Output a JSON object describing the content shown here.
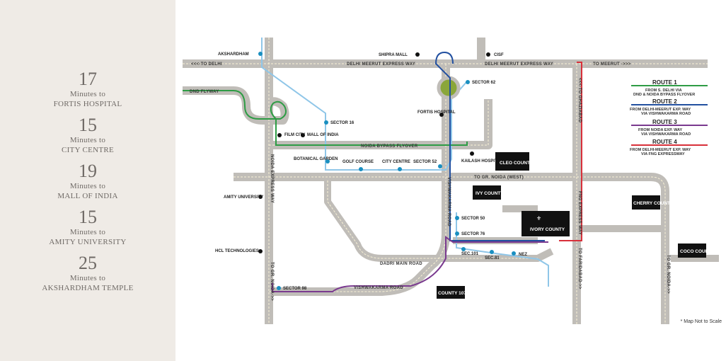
{
  "stats": [
    {
      "number": "17",
      "label1": "Minutes to",
      "label2": "FORTIS HOSPITAL"
    },
    {
      "number": "15",
      "label1": "Minutes to",
      "label2": "CITY CENTRE"
    },
    {
      "number": "19",
      "label1": "Minutes to",
      "label2": "MALL OF INDIA"
    },
    {
      "number": "15",
      "label1": "Minutes to",
      "label2": "AMITY UNIVERSITY"
    },
    {
      "number": "25",
      "label1": "Minutes to",
      "label2": "AKSHARDHAM TEMPLE"
    }
  ],
  "roads": {
    "top_road_left": "<<<-TO DELHI",
    "top_road_mid": "DELHI MEERUT EXPRESS WAY",
    "top_road_mid2": "DELHI MEERUT EXPRESS WAY",
    "top_road_right": "TO MEERUT ->>>",
    "dnd": "DND FLYWAY",
    "noida_bypass": "NOIDA BYPASS FLYOVER",
    "gr_noida": "TO GR. NOIDA (WEST)",
    "noida_expressway": "NOIDA EXPRESS WAY",
    "to_gr_noida_left": "TO GR. NOIDA->>",
    "vishwakarma_vertical": "VISHWAKARMA ROAD",
    "vishwakarma": "VISHWAKARMA ROAD",
    "dadri": "DADRI MAIN ROAD",
    "fng_expressway": "FNG EXPRESS WAY",
    "fng_top": "<<<-TO GHAZIABAD",
    "fng_bottom": "TO FARIDABAD->>",
    "to_gr_noida_right": "TO GR. NOIDA->>"
  },
  "places": {
    "akshardham": "AKSHARDHAM",
    "shipra": "SHIPRA MALL",
    "cisf": "CISF",
    "sector62": "SECTOR 62",
    "fortis": "FORTIS HOSPITAL",
    "sector16": "SECTOR 16",
    "film_city": "FILM CITY",
    "mall_of_india": "MALL OF INDIA",
    "botanical": "BOTANICAL GARDEN",
    "golf": "GOLF COURSE",
    "city_centre": "CITY CENTRE",
    "sector52": "SECTOR 52",
    "kailash": "KAILASH HOSPITAL",
    "amity": "AMITY UNIVERSITY",
    "sector50": "SECTOR 50",
    "sector76": "SECTOR 76",
    "hcl": "HCL TECHNOLOGIES",
    "sec101": "SEC.101",
    "sec81": "SEC.81",
    "nez": "NEZ",
    "sector98": "SECTOR 98"
  },
  "projects": {
    "cleo": "CLEO COUNTY",
    "ivy": "IVY COUNTY",
    "ivory": "IVORY COUNTY",
    "cherry": "CHERRY COUNTY",
    "coco": "COCO COUNTY",
    "county107": "COUNTY 107"
  },
  "legend": [
    {
      "title": "ROUTE 1",
      "desc1": "FROM S. DELHI VIA",
      "desc2": "DND & NOIDA BYPASS FLYOVER",
      "color": "#2e9c45"
    },
    {
      "title": "ROUTE 2",
      "desc1": "FROM DELHI-MEERUT EXP. WAY",
      "desc2": "VIA VISHWAKARMA ROAD",
      "color": "#2250a0"
    },
    {
      "title": "ROUTE 3",
      "desc1": "FROM NOIDA EXP. WAY",
      "desc2": "VIA VISHWAKARMA ROAD",
      "color": "#7a3a8f"
    },
    {
      "title": "ROUTE 4",
      "desc1": "FROM DELHI-MEERUT EXP. WAY",
      "desc2": "VIA FNG EXPRESSWAY",
      "color": "#d8303a"
    }
  ],
  "note": "* Map Not to Scale",
  "colors": {
    "road": "#c0bdb8",
    "road_center": "#f7f1d6",
    "metro": "#8fc6e8",
    "metro_dot": "#1a8fc0",
    "route1": "#2e9c45",
    "route2": "#2250a0",
    "route3": "#7a3a8f",
    "route4": "#d8303a",
    "project_box": "#111111",
    "sidebar": "#efebe6"
  }
}
